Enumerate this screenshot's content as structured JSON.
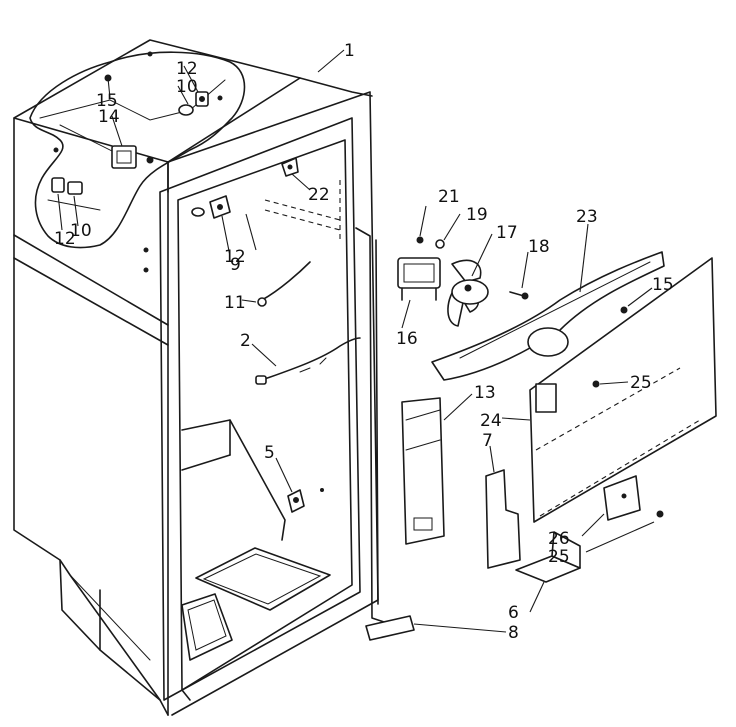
{
  "callouts": [
    {
      "id": "c1",
      "text": "1"
    },
    {
      "id": "c12a",
      "text": "12"
    },
    {
      "id": "c10a",
      "text": "10"
    },
    {
      "id": "c15a",
      "text": "15"
    },
    {
      "id": "c14",
      "text": "14"
    },
    {
      "id": "c12b",
      "text": "12"
    },
    {
      "id": "c10b",
      "text": "10"
    },
    {
      "id": "c22",
      "text": "22"
    },
    {
      "id": "c9",
      "text": "9"
    },
    {
      "id": "c12c",
      "text": "12"
    },
    {
      "id": "c11",
      "text": "11"
    },
    {
      "id": "c2",
      "text": "2"
    },
    {
      "id": "c5",
      "text": "5"
    },
    {
      "id": "c21",
      "text": "21"
    },
    {
      "id": "c19",
      "text": "19"
    },
    {
      "id": "c17",
      "text": "17"
    },
    {
      "id": "c18",
      "text": "18"
    },
    {
      "id": "c16",
      "text": "16"
    },
    {
      "id": "c23",
      "text": "23"
    },
    {
      "id": "c15b",
      "text": "15"
    },
    {
      "id": "c25a",
      "text": "25"
    },
    {
      "id": "c13",
      "text": "13"
    },
    {
      "id": "c24",
      "text": "24"
    },
    {
      "id": "c7",
      "text": "7"
    },
    {
      "id": "c26",
      "text": "26"
    },
    {
      "id": "c25b",
      "text": "25"
    },
    {
      "id": "c6",
      "text": "6"
    },
    {
      "id": "c8",
      "text": "8"
    }
  ]
}
